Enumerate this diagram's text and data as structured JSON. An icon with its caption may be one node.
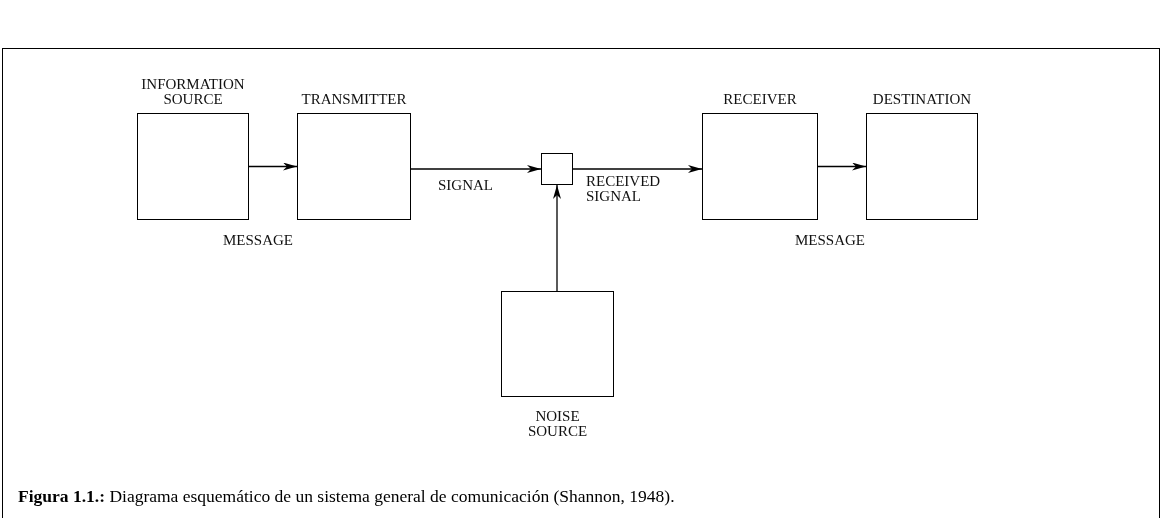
{
  "diagram": {
    "caption": "**Figura 1.1.:** Diagrama esquemático de un sistema general de comunicación (Shannon, 1948).",
    "nodes": [
      {
        "text": [
          "INFORMATION SOURCE"
        ]
      },
      {
        "text": [
          "TRANSMITTER"
        ]
      },
      {
        "text": [],
        "shape": "box"
      },
      {
        "text": [
          "RECEIVER"
        ]
      },
      {
        "text": [
          "DESTINATION"
        ]
      },
      {
        "text": [
          "NOISE SOURCE"
        ]
      }
    ],
    "edges": [
      {
        "from": 0,
        "to": 1,
        "arrow": "to"
      },
      {
        "from": 1,
        "to": 2,
        "arrow": "to",
        "label": "SIGNAL"
      },
      {
        "from": 2,
        "to": 3,
        "arrow": "to",
        "label": "RECEIVED SIGNAL"
      },
      {
        "from": 3,
        "to": 4,
        "arrow": "to"
      },
      {
        "from": 5,
        "to": 2,
        "arrow": "to"
      }
    ],
    "labels": [
      "MESSAGE",
      "MESSAGE"
    ]
  }
}
